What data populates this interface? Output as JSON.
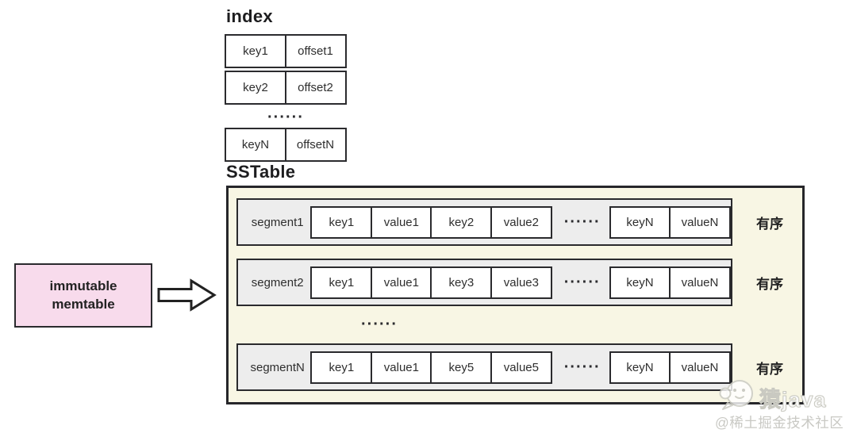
{
  "index": {
    "title": "index",
    "rows": [
      {
        "key": "key1",
        "offset": "offset1"
      },
      {
        "key": "key2",
        "offset": "offset2"
      },
      {
        "key": "keyN",
        "offset": "offsetN"
      }
    ],
    "ellipsis": "······"
  },
  "sstable": {
    "title": "SSTable",
    "order_label": "有序",
    "ellipsis": "······",
    "segments": [
      {
        "label": "segment1",
        "pairs": [
          "key1",
          "value1",
          "key2",
          "value2"
        ],
        "tail": [
          "keyN",
          "valueN"
        ]
      },
      {
        "label": "segment2",
        "pairs": [
          "key1",
          "value1",
          "key3",
          "value3"
        ],
        "tail": [
          "keyN",
          "valueN"
        ]
      },
      {
        "label": "segmentN",
        "pairs": [
          "key1",
          "value1",
          "key5",
          "value5"
        ],
        "tail": [
          "keyN",
          "valueN"
        ]
      }
    ]
  },
  "memtable": {
    "line1": "immutable",
    "line2": "memtable"
  },
  "watermark": {
    "brand": "猿java",
    "community": "@稀土掘金技术社区"
  },
  "colors": {
    "sstable_background": "#f8f6e4",
    "segment_background": "#ededed",
    "memtable_background": "#f8dbec",
    "border": "#2a2a2d"
  }
}
